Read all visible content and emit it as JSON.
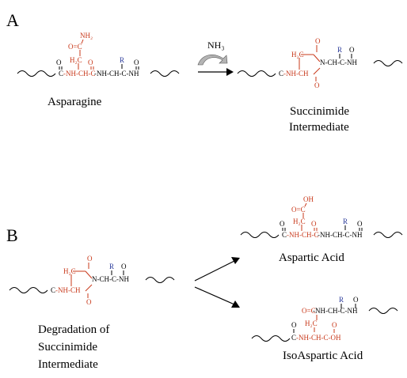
{
  "colors": {
    "black": "#000000",
    "red": "#c8381a",
    "blue": "#2a3a9a",
    "arrow_gray": "#b4b4b4"
  },
  "panel_a": {
    "letter": "A",
    "reagent": "NH₃",
    "asparagine_label": "Asparagine",
    "succinimide_label_line1": "Succinimide",
    "succinimide_label_line2": "Intermediate",
    "asn": {
      "nh2": "NH₂",
      "oc": "O=C",
      "h2c": "H₂C",
      "o_carbonyl": "O",
      "o_red": "O",
      "r": "R",
      "o_right": "O",
      "c": "C",
      "nh_ch_c": "NH-CH-C",
      "nh_ch_c_blk": "-NH-CH-C-NH"
    },
    "succ": {
      "h2c": "H₂C",
      "o_top": "O",
      "r": "R",
      "o_right": "O",
      "c": "C",
      "nh_ch": "NH-CH",
      "n_ch_c_nh": "N-CH-C-NH",
      "o_bot": "O"
    }
  },
  "panel_b": {
    "letter": "B",
    "degradation_line1": "Degradation of",
    "degradation_line2": "Succinimide",
    "degradation_line3": "Intermediate",
    "aspartic_label": "Aspartic Acid",
    "isoaspartic_label": "IsoAspartic Acid",
    "asp": {
      "oh": "OH",
      "oc": "O=C",
      "h2c": "H₂C",
      "o_carbonyl": "O",
      "o_red": "O",
      "r": "R",
      "o_right": "O",
      "c": "C",
      "nh_ch_c": "NH-CH-C",
      "nh_ch_c_blk": "-NH-CH-C-NH"
    },
    "iso": {
      "r": "R",
      "o_top": "O",
      "oc_nh": "O=C",
      "nh_ch_c_nh": "-NH-CH-C-NH",
      "h2c": "H₂C",
      "o_left": "O",
      "c": "C",
      "nh_ch_c_oh": "NH-CH-C-OH"
    }
  }
}
